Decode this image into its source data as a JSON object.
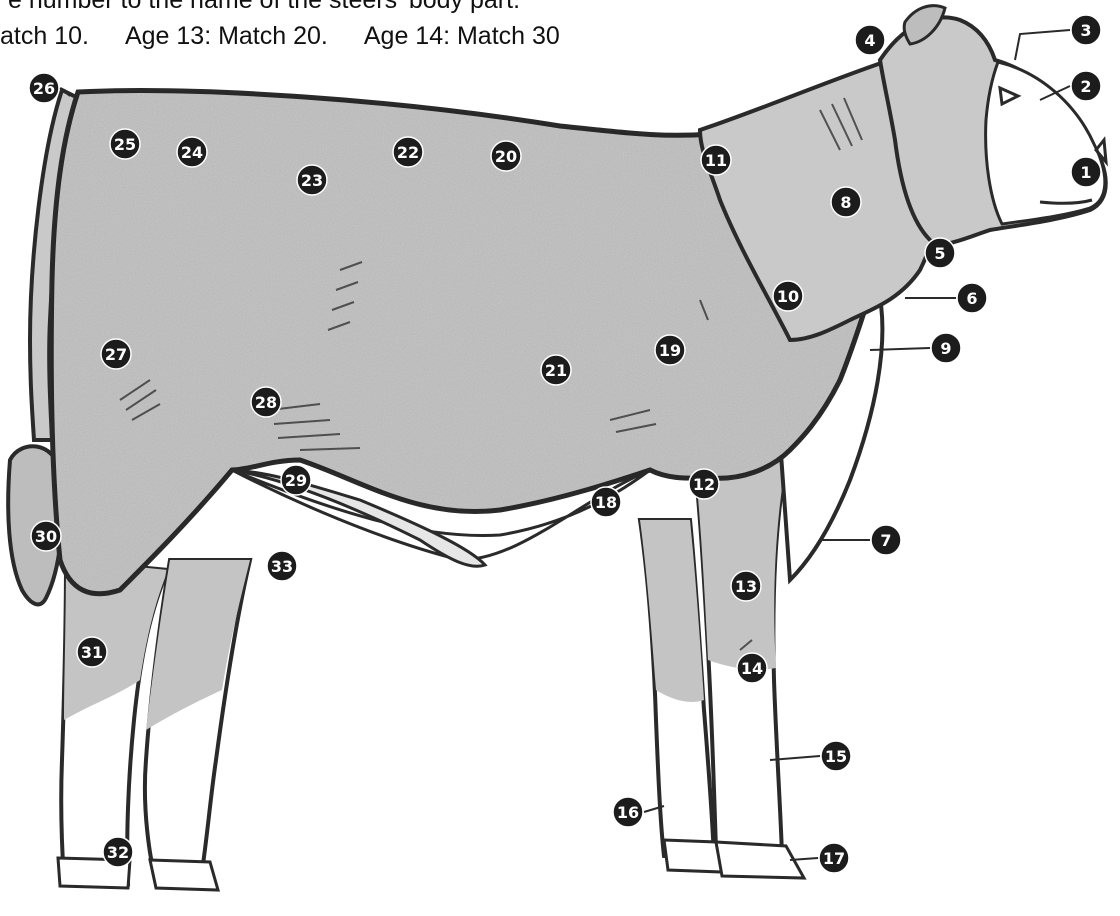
{
  "header": {
    "line1": "e number to the name of the steers' body part.",
    "age_rules": [
      "atch 10.",
      "Age 13: Match 20.",
      "Age 14: Match 30"
    ]
  },
  "diagram": {
    "colors": {
      "body": "#c9c9c9",
      "outline": "#2a2a2a",
      "white": "#ffffff",
      "marker": "#1c1c1c",
      "marker_text": "#ffffff"
    },
    "labels": [
      "1",
      "2",
      "3",
      "4",
      "5",
      "6",
      "7",
      "8",
      "9",
      "10",
      "11",
      "12",
      "13",
      "14",
      "15",
      "16",
      "17",
      "18",
      "19",
      "20",
      "21",
      "22",
      "23",
      "24",
      "25",
      "26",
      "27",
      "28",
      "29",
      "30",
      "31",
      "32",
      "33"
    ]
  }
}
